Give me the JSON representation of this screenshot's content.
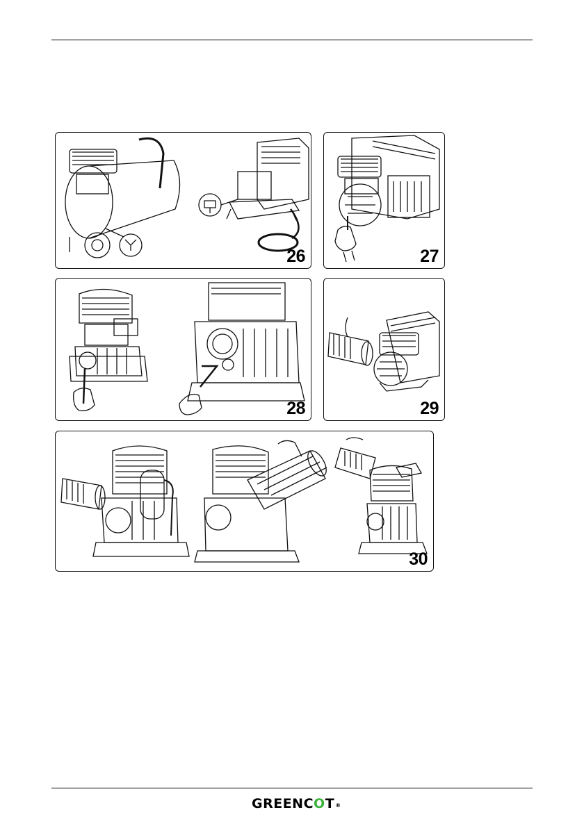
{
  "figures": [
    {
      "id": "fig-26",
      "number": "26"
    },
    {
      "id": "fig-27",
      "number": "27"
    },
    {
      "id": "fig-28",
      "number": "28"
    },
    {
      "id": "fig-29",
      "number": "29"
    },
    {
      "id": "fig-30",
      "number": "30"
    }
  ],
  "footer": {
    "brand_left": "GREENC",
    "brand_o": "O",
    "brand_right": "T",
    "registered": "®"
  },
  "colors": {
    "line": "#111111",
    "brand_green": "#3cb33c"
  }
}
